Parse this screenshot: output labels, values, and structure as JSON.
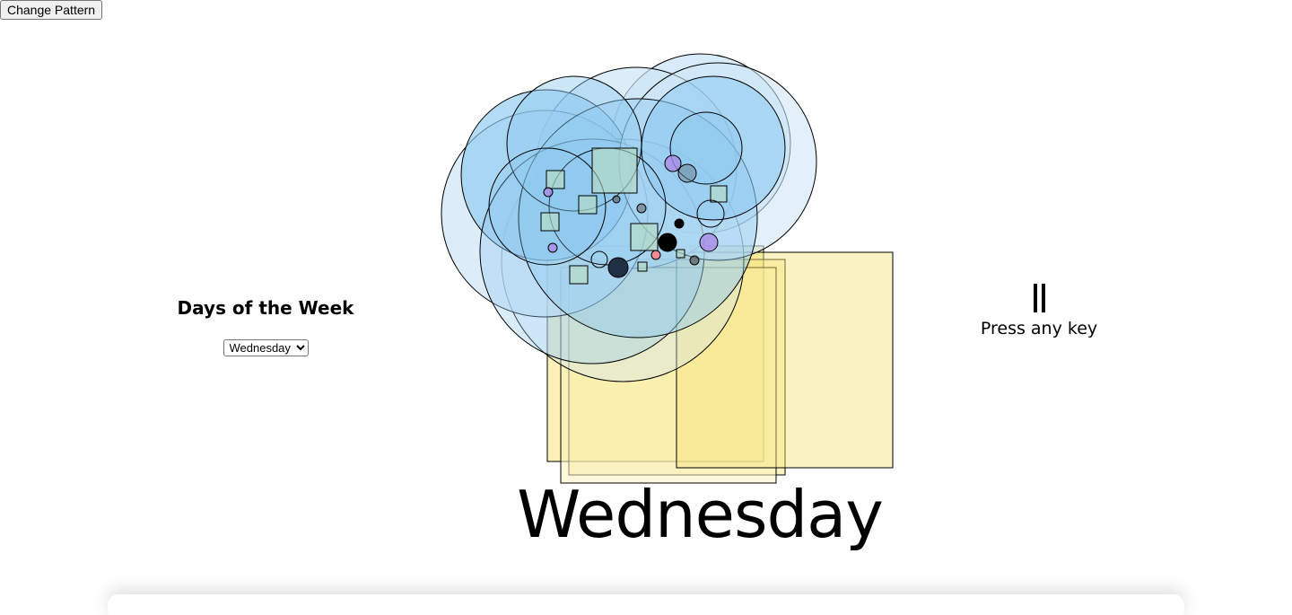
{
  "toolbar": {
    "change_pattern_label": "Change Pattern"
  },
  "left_panel": {
    "title": "Days of the Week",
    "select": {
      "selected": "Wednesday",
      "options": [
        "Wednesday"
      ]
    }
  },
  "right_panel": {
    "icon": "pause-icon",
    "hint": "Press any key"
  },
  "artwork": {
    "day_label": "Wednesday",
    "colors": {
      "blue_circle": "#8ec9f0",
      "pale_blue_circle": "#cde6f7",
      "yellow_square": "#f7e47c",
      "pale_yellow_square": "#faf2c0",
      "green_square": "#b9dcc0",
      "purple_dot": "#a98be6",
      "pink_dot": "#f08a9a",
      "dark_dot": "#1f2f44"
    }
  }
}
